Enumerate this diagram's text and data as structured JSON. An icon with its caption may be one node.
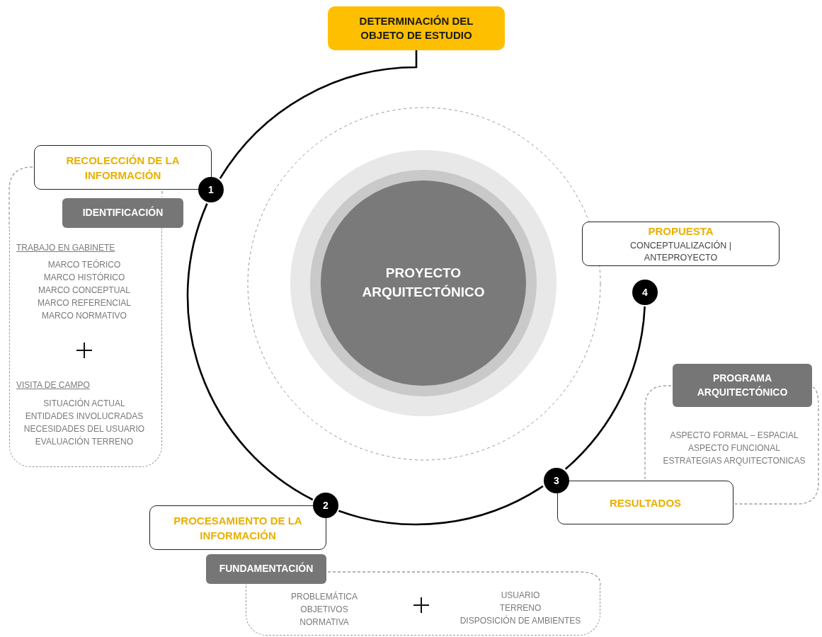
{
  "diagram": {
    "nodes": [
      {
        "text": [
          "DETERMINACIÓN DEL OBJETO DE ESTUDIO"
        ]
      },
      {
        "text": [
          "1"
        ]
      },
      {
        "text": [
          "RECOLECCIÓN DE LA INFORMACIÓN"
        ]
      },
      {
        "text": [
          "IDENTIFICACIÓN"
        ]
      },
      {
        "text": [
          "TRABAJO EN GABINETE",
          "MARCO TEÓRICO",
          "MARCO HISTÓRICO",
          "MARCO CONCEPTUAL",
          "MARCO REFERENCIAL",
          "MARCO NORMATIVO",
          "VISITA DE CAMPO",
          "SITUACIÓN ACTUAL",
          "ENTIDADES INVOLUCRADAS",
          "NECESIDADES DEL USUARIO",
          "EVALUACIÓN TERRENO"
        ]
      },
      {
        "text": [
          "2"
        ]
      },
      {
        "text": [
          "PROCESAMIENTO DE LA INFORMACIÓN"
        ]
      },
      {
        "text": [
          "FUNDAMENTACIÓN"
        ]
      },
      {
        "text": [
          "PROBLEMÁTICA",
          "OBJETIVOS",
          "NORMATIVA",
          "USUARIO",
          "TERRENO",
          "DISPOSICIÓN DE AMBIENTES"
        ]
      },
      {
        "text": [
          "3"
        ]
      },
      {
        "text": [
          "RESULTADOS"
        ]
      },
      {
        "text": [
          "PROGRAMA ARQUITECTÓNICO"
        ]
      },
      {
        "text": [
          "ASPECTO FORMAL – ESPACIAL",
          "ASPECTO FUNCIONAL",
          "ESTRATEGIAS ARQUITECTONICAS"
        ]
      },
      {
        "text": [
          "4"
        ]
      },
      {
        "text": [
          "PROPUESTA",
          "CONCEPTUALIZACIÓN | ANTEPROYECTO"
        ]
      },
      {
        "text": [
          "PROYECTO ARQUITECTÓNICO"
        ]
      }
    ],
    "edges": [
      {
        "from": 0,
        "to": 1,
        "arrow": "none"
      },
      {
        "from": 1,
        "to": 5,
        "arrow": "none"
      },
      {
        "from": 5,
        "to": 9,
        "arrow": "none"
      },
      {
        "from": 9,
        "to": 13,
        "arrow": "none"
      }
    ]
  }
}
